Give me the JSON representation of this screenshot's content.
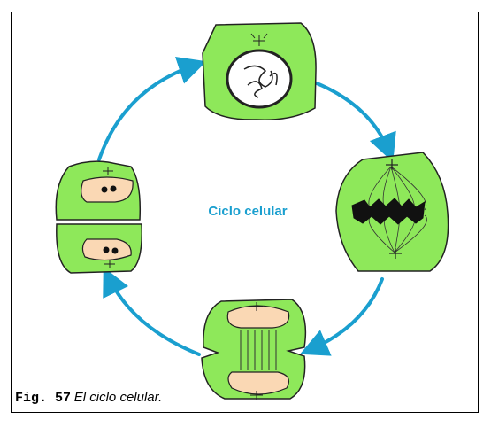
{
  "diagram": {
    "center_label": "Ciclo celular",
    "colors": {
      "cell": "#8ee85a",
      "nucleus": "#fad8b4",
      "arrow": "#1a9fcf",
      "outline": "#222222"
    },
    "stages": [
      {
        "name": "interphase-cell"
      },
      {
        "name": "metaphase-cell"
      },
      {
        "name": "telophase-cell"
      },
      {
        "name": "cytokinesis-cells"
      }
    ]
  },
  "caption": {
    "figure_label": "Fig. 57",
    "text": "El ciclo celular."
  }
}
